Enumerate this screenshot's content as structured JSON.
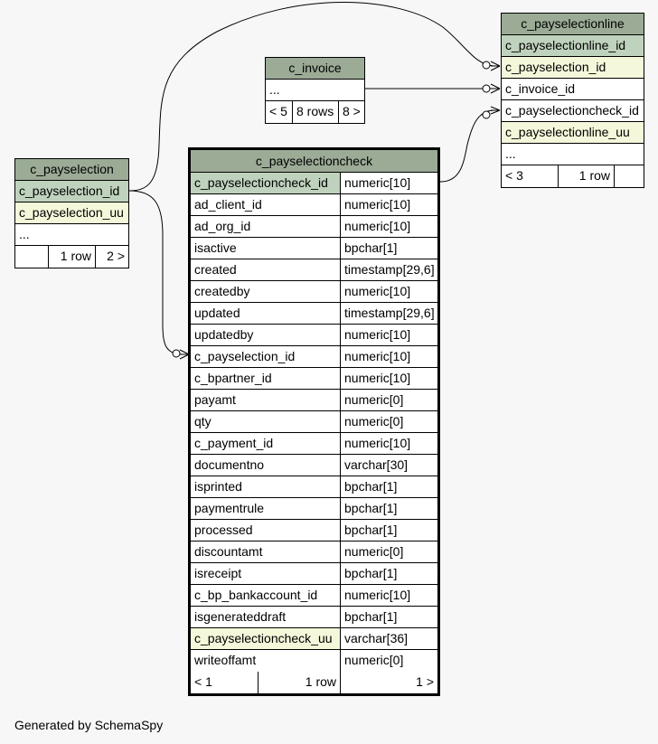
{
  "tables": {
    "c_payselectionline": {
      "title": "c_payselectionline",
      "columns": [
        "c_payselectionline_id",
        "c_payselection_id",
        "c_invoice_id",
        "c_payselectioncheck_id",
        "c_payselectionline_uu",
        "..."
      ],
      "footer": [
        "< 3",
        "1 row",
        ""
      ]
    },
    "c_invoice": {
      "title": "c_invoice",
      "columns": [
        "..."
      ],
      "footer": [
        "< 5",
        "8 rows",
        "8 >"
      ]
    },
    "c_payselection": {
      "title": "c_payselection",
      "columns": [
        "c_payselection_id",
        "c_payselection_uu",
        "..."
      ],
      "footer": [
        "",
        "1 row",
        "2 >"
      ]
    },
    "c_payselectioncheck": {
      "title": "c_payselectioncheck",
      "columns": [
        {
          "name": "c_payselectioncheck_id",
          "type": "numeric[10]"
        },
        {
          "name": "ad_client_id",
          "type": "numeric[10]"
        },
        {
          "name": "ad_org_id",
          "type": "numeric[10]"
        },
        {
          "name": "isactive",
          "type": "bpchar[1]"
        },
        {
          "name": "created",
          "type": "timestamp[29,6]"
        },
        {
          "name": "createdby",
          "type": "numeric[10]"
        },
        {
          "name": "updated",
          "type": "timestamp[29,6]"
        },
        {
          "name": "updatedby",
          "type": "numeric[10]"
        },
        {
          "name": "c_payselection_id",
          "type": "numeric[10]"
        },
        {
          "name": "c_bpartner_id",
          "type": "numeric[10]"
        },
        {
          "name": "payamt",
          "type": "numeric[0]"
        },
        {
          "name": "qty",
          "type": "numeric[0]"
        },
        {
          "name": "c_payment_id",
          "type": "numeric[10]"
        },
        {
          "name": "documentno",
          "type": "varchar[30]"
        },
        {
          "name": "isprinted",
          "type": "bpchar[1]"
        },
        {
          "name": "paymentrule",
          "type": "bpchar[1]"
        },
        {
          "name": "processed",
          "type": "bpchar[1]"
        },
        {
          "name": "discountamt",
          "type": "numeric[0]"
        },
        {
          "name": "isreceipt",
          "type": "bpchar[1]"
        },
        {
          "name": "c_bp_bankaccount_id",
          "type": "numeric[10]"
        },
        {
          "name": "isgenerateddraft",
          "type": "bpchar[1]"
        },
        {
          "name": "c_payselectioncheck_uu",
          "type": "varchar[36]"
        },
        {
          "name": "writeoffamt",
          "type": "numeric[0]"
        }
      ],
      "footer": [
        "< 1",
        "1 row",
        "1 >"
      ]
    }
  },
  "footer_text": "Generated by SchemaSpy",
  "colors": {
    "header": "#9bab96",
    "primary_key": "#bfd2bd",
    "foreign_key": "#f4f7da",
    "background": "#f7f7f7"
  }
}
